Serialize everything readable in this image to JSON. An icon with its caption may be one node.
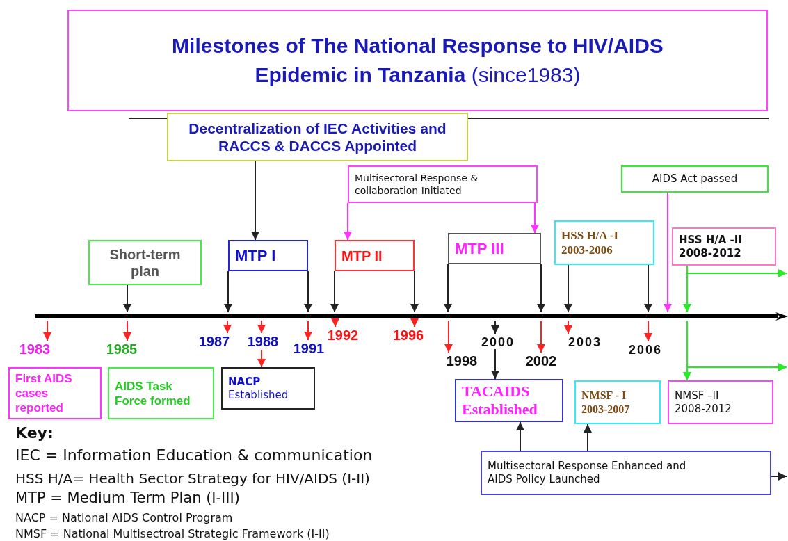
{
  "diagram": {
    "title": "**Milestones of The National Response to HIV/AIDS Epidemic in Tanzania** (since1983)",
    "nodes": [
      {
        "text": [
          "Decentralization of IEC Activities and RACCS & DACCS Appointed"
        ]
      },
      {
        "text": [
          "Multisectoral Response & collaboration Initiated"
        ]
      },
      {
        "text": [
          "AIDS Act passed"
        ]
      },
      {
        "text": [
          "HSS H/A -I 2003-2006"
        ]
      },
      {
        "text": [
          "HSS H/A -II 2008-2012"
        ]
      },
      {
        "text": [
          "MTP III"
        ]
      },
      {
        "text": [
          "Short-term plan"
        ]
      },
      {
        "text": [
          "MTP I"
        ]
      },
      {
        "text": [
          "MTP II"
        ]
      },
      {
        "text": [],
        "shape": "line"
      },
      {
        "text": [
          "1983"
        ]
      },
      {
        "text": [
          "1985"
        ]
      },
      {
        "text": [
          "1987"
        ]
      },
      {
        "text": [
          "1988"
        ]
      },
      {
        "text": [
          "1991"
        ]
      },
      {
        "text": [
          "1992"
        ]
      },
      {
        "text": [
          "1996"
        ]
      },
      {
        "text": [
          "1998"
        ]
      },
      {
        "text": [
          "2000"
        ]
      },
      {
        "text": [
          "2002"
        ]
      },
      {
        "text": [
          "2003"
        ]
      },
      {
        "text": [
          "2006"
        ]
      },
      {
        "text": [
          "First AIDS cases reported"
        ]
      },
      {
        "text": [
          "AIDS Task Force formed"
        ]
      },
      {
        "text": [
          "NACP",
          "Established"
        ]
      },
      {
        "text": [
          "TACAIDS Established"
        ]
      },
      {
        "text": [
          "NMSF - I 2003-2007"
        ]
      },
      {
        "text": [
          "NMSF –II 2008-2012"
        ]
      },
      {
        "text": [
          "Multisectoral Response Enhanced and AIDS Policy Launched"
        ]
      }
    ],
    "edges": [
      {
        "from": 0,
        "to": 7,
        "arrow": "to"
      },
      {
        "from": 1,
        "to": 8,
        "arrow": "to",
        "color": "#ff33ff"
      },
      {
        "from": 1,
        "to": 5,
        "arrow": "to",
        "color": "#ff33ff"
      },
      {
        "from": 2,
        "to": 9,
        "arrow": "to",
        "color": "#ff33ff"
      },
      {
        "from": 3,
        "to": 9,
        "arrow": "to"
      },
      {
        "from": 3,
        "to": 9,
        "arrow": "to"
      },
      {
        "from": 4,
        "to": 9,
        "arrow": "to",
        "color": "#22ee22"
      },
      {
        "from": 4,
        "to": null,
        "arrow": "to",
        "color": "#22ee22"
      },
      {
        "from": 7,
        "to": 9,
        "arrow": "to"
      },
      {
        "from": 7,
        "to": 9,
        "arrow": "to"
      },
      {
        "from": 8,
        "to": 9,
        "arrow": "to"
      },
      {
        "from": 8,
        "to": 9,
        "arrow": "to"
      },
      {
        "from": 5,
        "to": 9,
        "arrow": "to"
      },
      {
        "from": 5,
        "to": 9,
        "arrow": "to"
      },
      {
        "from": 6,
        "to": 9,
        "arrow": "to"
      },
      {
        "from": 9,
        "to": 10,
        "arrow": "to",
        "color": "#ff2222"
      },
      {
        "from": 9,
        "to": 11,
        "arrow": "to",
        "color": "#ff2222"
      },
      {
        "from": 9,
        "to": 12,
        "arrow": "to",
        "color": "#ff2222"
      },
      {
        "from": 9,
        "to": 13,
        "arrow": "to",
        "color": "#ff2222"
      },
      {
        "from": 9,
        "to": 14,
        "arrow": "to",
        "color": "#ff2222"
      },
      {
        "from": 9,
        "to": 15,
        "arrow": "to",
        "color": "#ff2222"
      },
      {
        "from": 9,
        "to": 16,
        "arrow": "to",
        "color": "#ff2222"
      },
      {
        "from": 9,
        "to": 17,
        "arrow": "to",
        "color": "#ff2222"
      },
      {
        "from": 9,
        "to": 18,
        "arrow": "to"
      },
      {
        "from": 9,
        "to": 19,
        "arrow": "to",
        "color": "#ff2222"
      },
      {
        "from": 9,
        "to": 20,
        "arrow": "to",
        "color": "#ff2222"
      },
      {
        "from": 9,
        "to": 21,
        "arrow": "to",
        "color": "#ff2222"
      },
      {
        "from": 13,
        "to": 24,
        "arrow": "to",
        "color": "#ff2222"
      },
      {
        "from": 18,
        "to": 25,
        "arrow": "to"
      },
      {
        "from": 9,
        "to": 27,
        "arrow": "to",
        "color": "#22ee22"
      },
      {
        "from": 27,
        "to": null,
        "arrow": "to",
        "color": "#22ee22"
      },
      {
        "from": 28,
        "to": 25,
        "arrow": "to"
      },
      {
        "from": 28,
        "to": 26,
        "arrow": "to"
      },
      {
        "from": 28,
        "to": null,
        "arrow": "to"
      }
    ],
    "labels": [
      "Key:",
      "IEC = Information Education & communication",
      "HSS H/A= Health Sector Strategy for HIV/AIDS (I-II)",
      "MTP = Medium Term Plan (I-III)",
      "NACP = National AIDS Control Program",
      "NMSF = National Multisectroal Strategic Framework (I-II)"
    ]
  }
}
